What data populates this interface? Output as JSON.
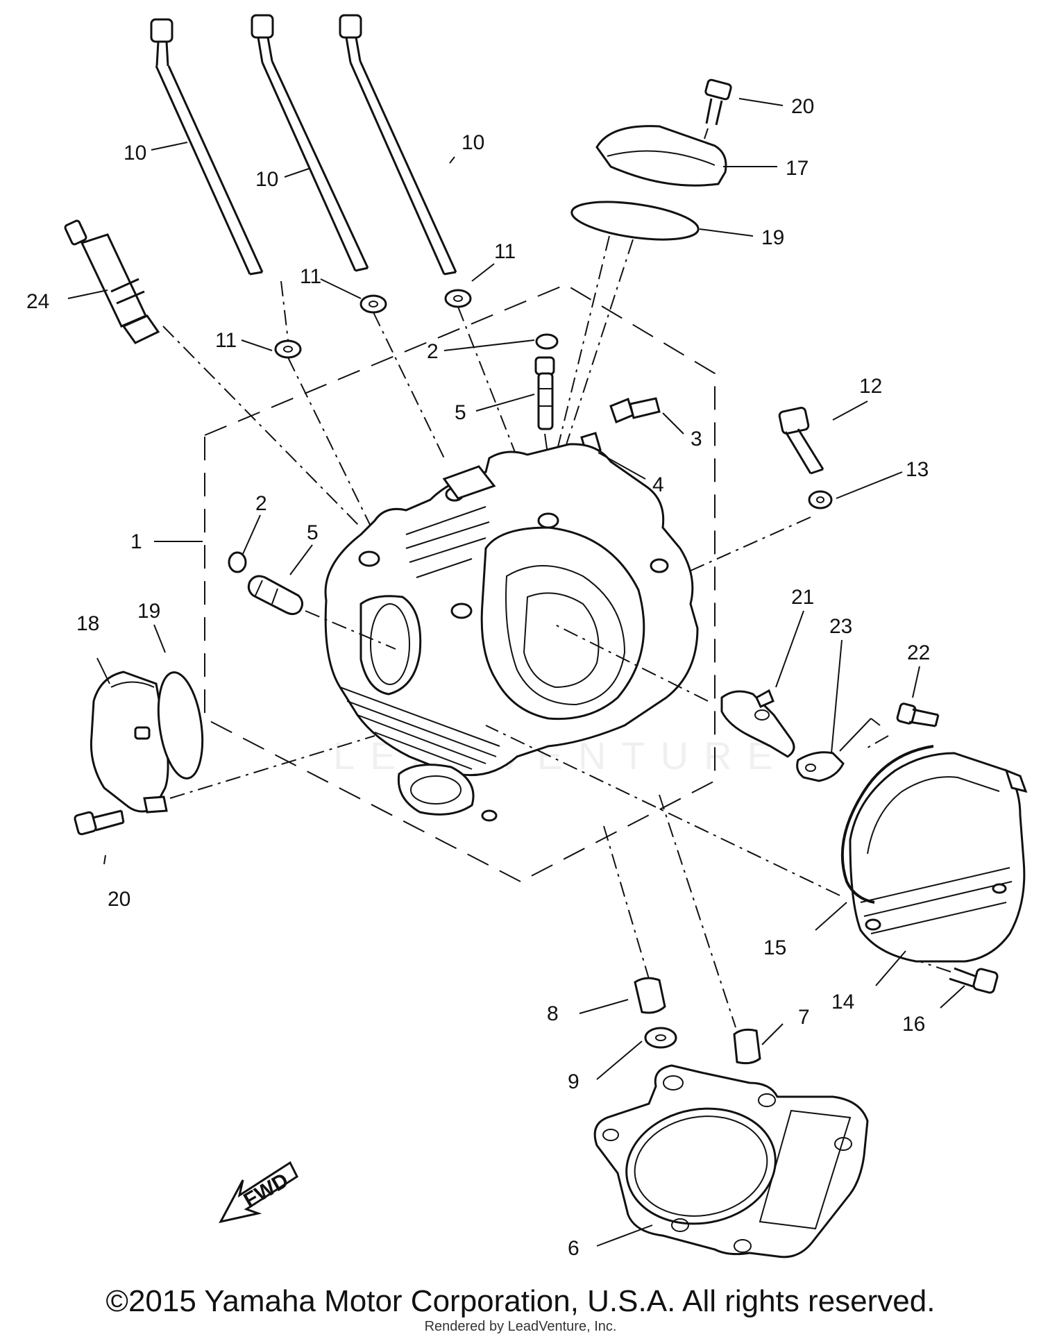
{
  "diagram": {
    "watermark": "LEADVENTURE",
    "fwd_label": "FWD",
    "callouts": [
      {
        "id": "c10a",
        "label": "10"
      },
      {
        "id": "c10b",
        "label": "10"
      },
      {
        "id": "c10c",
        "label": "10"
      },
      {
        "id": "c20a",
        "label": "20"
      },
      {
        "id": "c17",
        "label": "17"
      },
      {
        "id": "c19a",
        "label": "19"
      },
      {
        "id": "c24",
        "label": "24"
      },
      {
        "id": "c11a",
        "label": "11"
      },
      {
        "id": "c11b",
        "label": "11"
      },
      {
        "id": "c11c",
        "label": "11"
      },
      {
        "id": "c2a",
        "label": "2"
      },
      {
        "id": "c5a",
        "label": "5"
      },
      {
        "id": "c3",
        "label": "3"
      },
      {
        "id": "c4",
        "label": "4"
      },
      {
        "id": "c12",
        "label": "12"
      },
      {
        "id": "c13",
        "label": "13"
      },
      {
        "id": "c1",
        "label": "1"
      },
      {
        "id": "c2b",
        "label": "2"
      },
      {
        "id": "c5b",
        "label": "5"
      },
      {
        "id": "c18",
        "label": "18"
      },
      {
        "id": "c19b",
        "label": "19"
      },
      {
        "id": "c21",
        "label": "21"
      },
      {
        "id": "c23",
        "label": "23"
      },
      {
        "id": "c22",
        "label": "22"
      },
      {
        "id": "c20b",
        "label": "20"
      },
      {
        "id": "c15",
        "label": "15"
      },
      {
        "id": "c14",
        "label": "14"
      },
      {
        "id": "c16",
        "label": "16"
      },
      {
        "id": "c8",
        "label": "8"
      },
      {
        "id": "c7",
        "label": "7"
      },
      {
        "id": "c9",
        "label": "9"
      },
      {
        "id": "c6",
        "label": "6"
      }
    ]
  },
  "footer": {
    "copyright": "©2015 Yamaha Motor Corporation, U.S.A. All rights reserved.",
    "render_credit": "Rendered by LeadVenture, Inc."
  }
}
